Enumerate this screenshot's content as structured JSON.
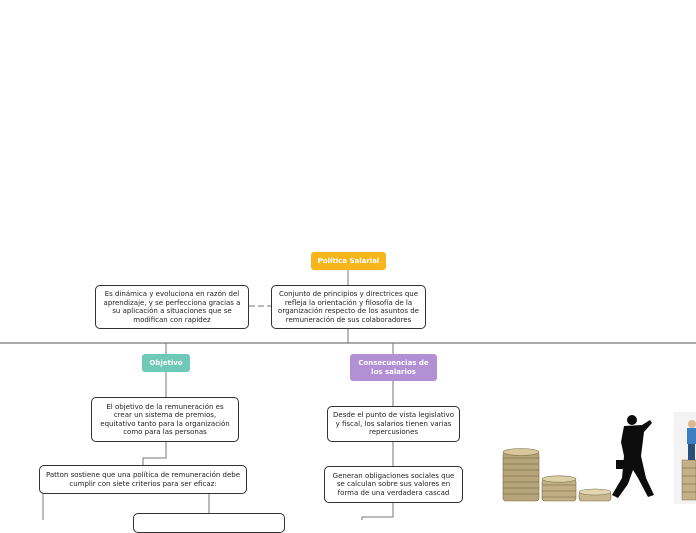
{
  "map": {
    "root": {
      "label": "Política Salarial",
      "color": "#f7b51c"
    },
    "definition": "Conjunto de principios y directrices que refleja la orientación y filosofía de la organización respecto de los asuntos de remuneración de sus colaboradores",
    "dynamic_note": "Es dinámica y evoluciona en razón del aprendizaje, y se perfecciona gracias a su aplicación a situaciones que se modifican con rapidez",
    "objetivo": {
      "label": "Objetivo",
      "color": "#6fc9b8",
      "text": "El objetivo de la remuneración es crear un sistema de premios, equitativo tanto para la organización como para las personas",
      "patton": "Patton sostiene que una política de remuneración debe cumplir con siete criterios para ser eficaz:"
    },
    "consecuencias": {
      "label": "Consecuencias de los salarios",
      "color": "#b38fd4",
      "text1": "Desde el punto de vista legislativo y fiscal, los salarios tienen varias repercusiones",
      "text2": "Generan obligaciones sociales que se calculan sobre sus valores en forma de una verdadera cascad"
    }
  },
  "images": {
    "coins_icon": "coin-stacks-with-silhouette",
    "figure_icon": "figure-on-coins"
  }
}
